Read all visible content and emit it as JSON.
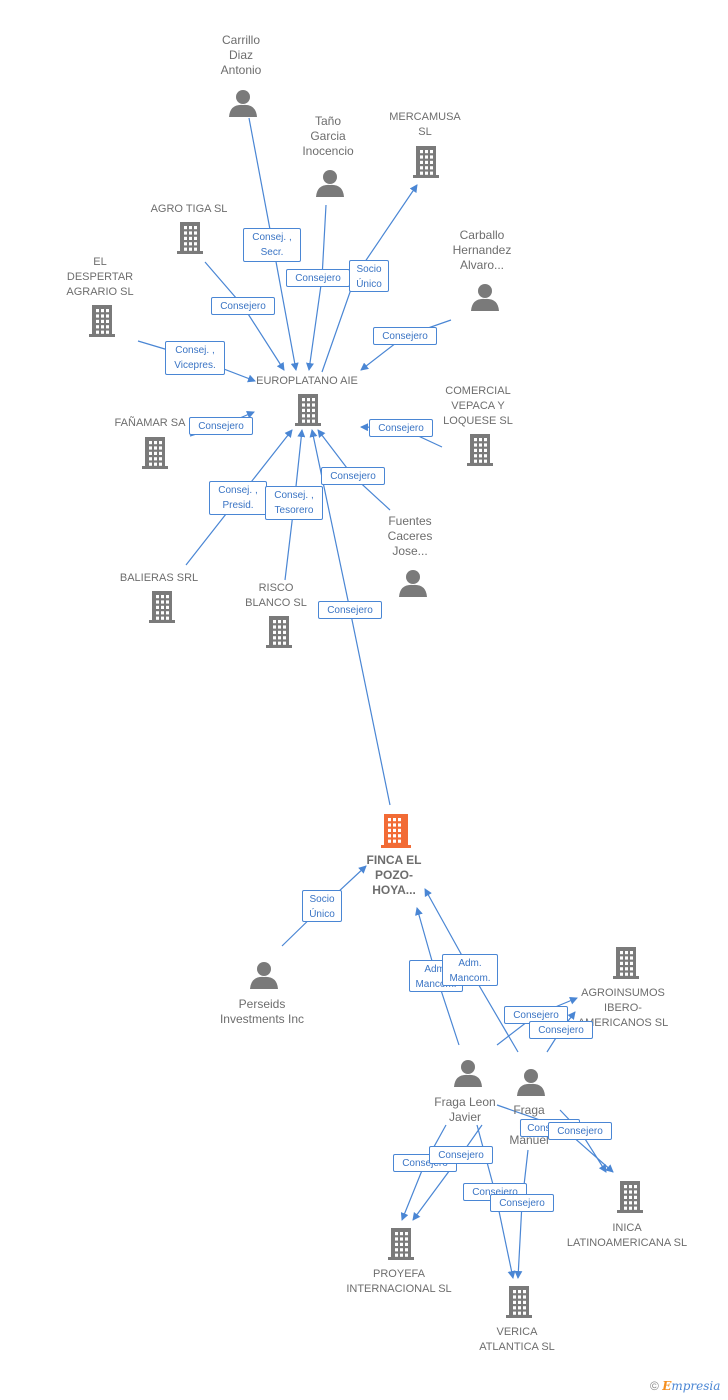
{
  "colors": {
    "edge": "#4a86d4",
    "node": "#7a7a7a",
    "focus": "#f26b35",
    "label": "#6d6d6d"
  },
  "nodes": [
    {
      "id": "carrillo",
      "label": "Carrillo\nDiaz\nAntonio",
      "kind": "person"
    },
    {
      "id": "tano",
      "label": "Taño\nGarcia\nInocencio",
      "kind": "person"
    },
    {
      "id": "mercamusa",
      "label": "MERCAMUSA\nSL",
      "kind": "company"
    },
    {
      "id": "agrotiga",
      "label": "AGRO TIGA SL",
      "kind": "company"
    },
    {
      "id": "carballo",
      "label": "Carballo\nHernandez\nAlvaro...",
      "kind": "person"
    },
    {
      "id": "despertar",
      "label": "EL\nDESPERTAR\nAGRARIO SL",
      "kind": "company"
    },
    {
      "id": "europlatano",
      "label": "EUROPLATANO AIE",
      "kind": "company"
    },
    {
      "id": "comercial",
      "label": "COMERCIAL\nVEPACA Y\nLOQUESE SL",
      "kind": "company"
    },
    {
      "id": "fanamar",
      "label": "FAÑAMAR SA",
      "kind": "company"
    },
    {
      "id": "fuentes",
      "label": "Fuentes\nCaceres\nJose...",
      "kind": "person"
    },
    {
      "id": "balieras",
      "label": "BALIERAS SRL",
      "kind": "company"
    },
    {
      "id": "risco",
      "label": "RISCO\nBLANCO SL",
      "kind": "company"
    },
    {
      "id": "finca",
      "label": "FINCA EL\nPOZO-\nHOYA...",
      "kind": "focus"
    },
    {
      "id": "perseids",
      "label": "Perseids\nInvestments Inc",
      "kind": "person"
    },
    {
      "id": "agroinsumos",
      "label": "AGROINSUMOS\nIBERO-\nAMERICANOS SL",
      "kind": "company"
    },
    {
      "id": "fragaleon",
      "label": "Fraga Leon\nJavier",
      "kind": "person"
    },
    {
      "id": "fragam",
      "label": "Fraga\nM...\nManuel",
      "kind": "person"
    },
    {
      "id": "inica",
      "label": "INICA\nLATINOAMERICANA SL",
      "kind": "company"
    },
    {
      "id": "proyefa",
      "label": "PROYEFA\nINTERNACIONAL SL",
      "kind": "company"
    },
    {
      "id": "verica",
      "label": "VERICA\nATLANTICA SL",
      "kind": "company"
    }
  ],
  "relations": [
    {
      "label": "Consej. ,\nSecr."
    },
    {
      "label": "Consejero"
    },
    {
      "label": "Socio\nÚnico"
    },
    {
      "label": "Consejero"
    },
    {
      "label": "Consejero"
    },
    {
      "label": "Consej. ,\nVicepres."
    },
    {
      "label": "Consejero"
    },
    {
      "label": "Consejero"
    },
    {
      "label": "Consej. ,\nPresid."
    },
    {
      "label": "Consej. ,\nTesorero"
    },
    {
      "label": "Consejero"
    },
    {
      "label": "Consejero"
    },
    {
      "label": "Socio\nÚnico"
    },
    {
      "label": "Adm.\nMancom."
    },
    {
      "label": "Adm.\nMancom."
    },
    {
      "label": "Consejero"
    },
    {
      "label": "Consejero"
    },
    {
      "label": "Consejero"
    },
    {
      "label": "Consejero"
    },
    {
      "label": "Consejero"
    },
    {
      "label": "Consejero"
    },
    {
      "label": "Consejero"
    },
    {
      "label": "Consejero"
    }
  ],
  "footer": {
    "copyright": "©",
    "brand_first": "E",
    "brand_rest": "mpresia"
  }
}
